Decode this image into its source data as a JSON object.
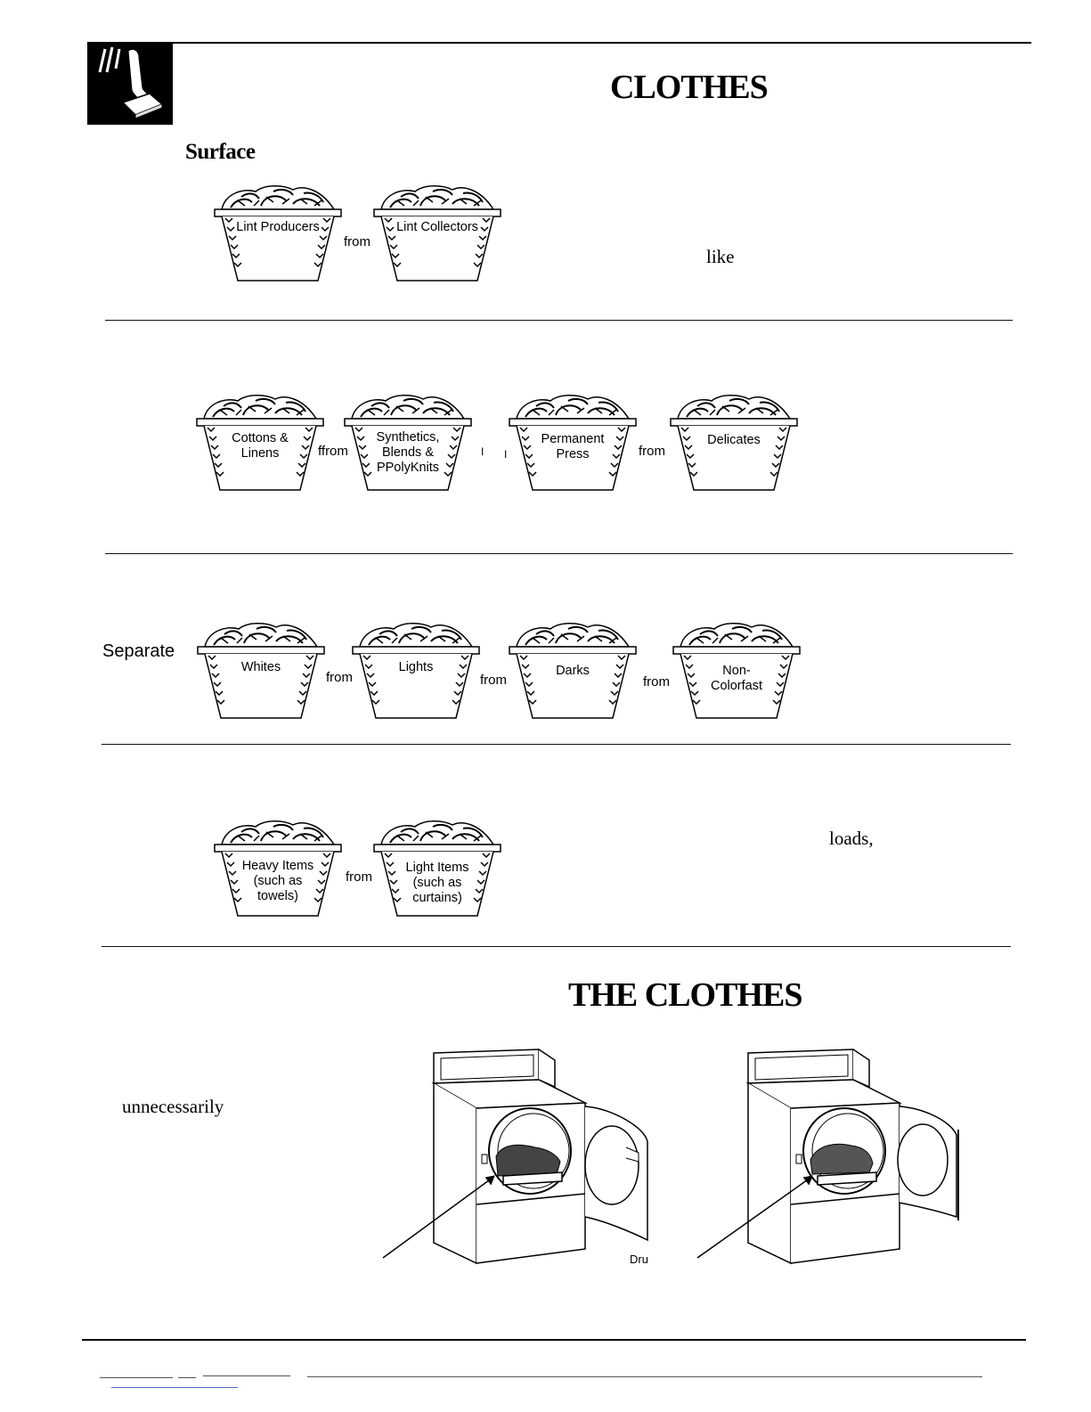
{
  "header": {
    "title": "CLOTHES",
    "icon": "hand-pressing-button-icon"
  },
  "sections": {
    "surface": {
      "heading": "Surface",
      "note": "like",
      "baskets": [
        "Lint Producers",
        "Lint Collectors"
      ],
      "connectors": [
        "from"
      ]
    },
    "fabric": {
      "baskets": [
        "Cottons & Linens",
        "Synthetics, Blends & PPolyKnits",
        "Permanent Press",
        "Delicates"
      ],
      "connectors": [
        "ffrom",
        "from"
      ],
      "stray_marks": [
        "I",
        "I"
      ]
    },
    "color": {
      "label": "Separate",
      "baskets": [
        "Whites",
        "Lights",
        "Darks",
        "Non- Colorfast"
      ],
      "connectors": [
        "from",
        "from",
        "from"
      ]
    },
    "weight": {
      "note": "loads,",
      "baskets": [
        "Heavy Items (such as towels)",
        "Light Items (such as curtains)"
      ],
      "connectors": [
        "from"
      ]
    },
    "loading": {
      "heading": "THE CLOTHES",
      "note": "unnecessarily",
      "caption": "Dru"
    }
  }
}
